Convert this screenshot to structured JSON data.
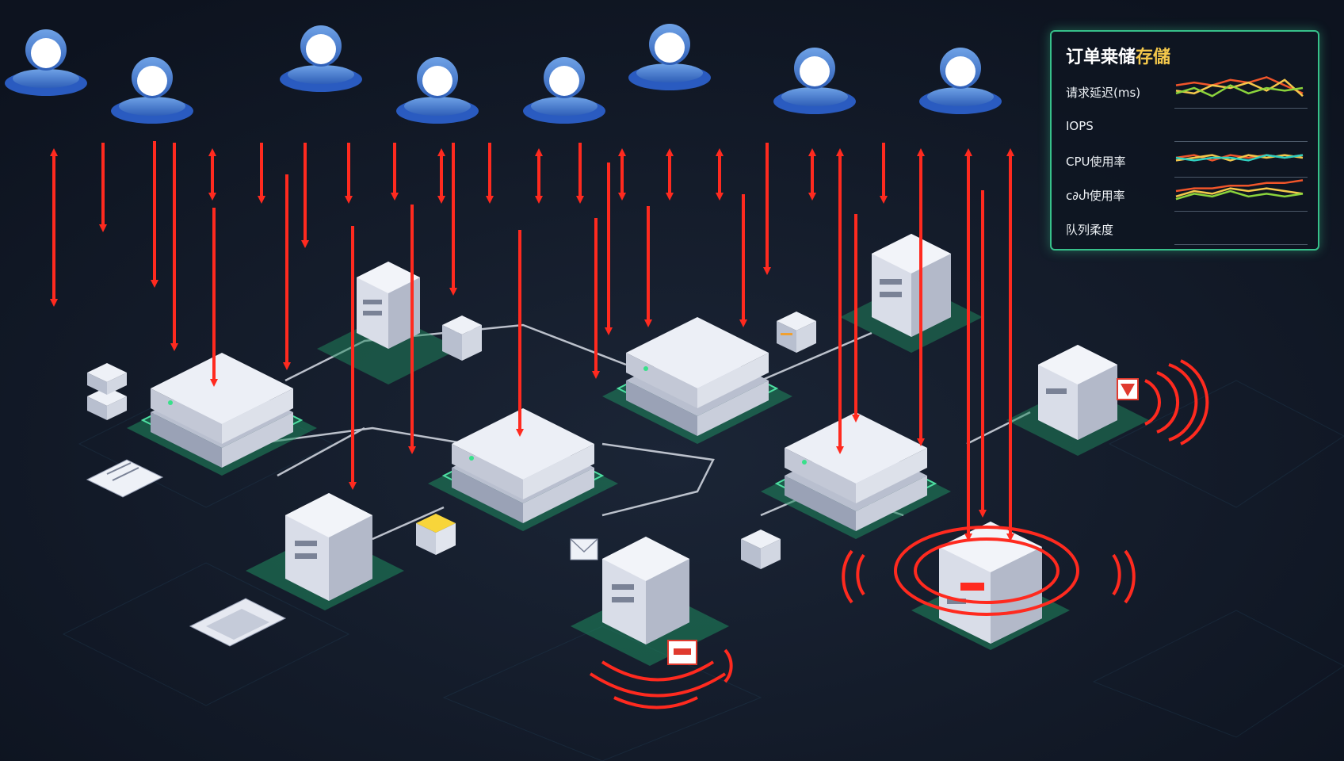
{
  "panel": {
    "title_part1": "订单桒储",
    "title_part2": "存儲",
    "metrics": [
      {
        "label": "请求延迟(ms)",
        "series": [
          {
            "color": "#f0552a",
            "values": [
              6,
              7,
              6,
              8,
              7,
              9,
              6,
              3
            ]
          },
          {
            "color": "#f4c84b",
            "values": [
              4,
              3,
              6,
              5,
              7,
              4,
              8,
              2
            ]
          },
          {
            "color": "#8bd43c",
            "values": [
              3,
              5,
              2,
              6,
              3,
              5,
              4,
              5
            ]
          }
        ]
      },
      {
        "label": "IOPS",
        "series": []
      },
      {
        "label": "CPU使用率",
        "series": [
          {
            "color": "#f0552a",
            "values": [
              5,
              6,
              4,
              6,
              5,
              6,
              5,
              6
            ]
          },
          {
            "color": "#f4c84b",
            "values": [
              4,
              5,
              6,
              4,
              6,
              5,
              6,
              5
            ]
          },
          {
            "color": "#2fd0c0",
            "values": [
              5,
              4,
              5,
              5,
              4,
              6,
              5,
              6
            ]
          }
        ]
      },
      {
        "label": "ⅽ∂Ⴐ使用率",
        "series": [
          {
            "color": "#f0552a",
            "values": [
              5,
              6,
              6,
              7,
              7,
              8,
              8,
              9
            ]
          },
          {
            "color": "#f4c84b",
            "values": [
              3,
              5,
              4,
              6,
              5,
              6,
              5,
              4
            ]
          },
          {
            "color": "#8bd43c",
            "values": [
              2,
              4,
              3,
              5,
              3,
              4,
              3,
              4
            ]
          }
        ]
      },
      {
        "label": "队列柔度",
        "series": []
      }
    ]
  }
}
